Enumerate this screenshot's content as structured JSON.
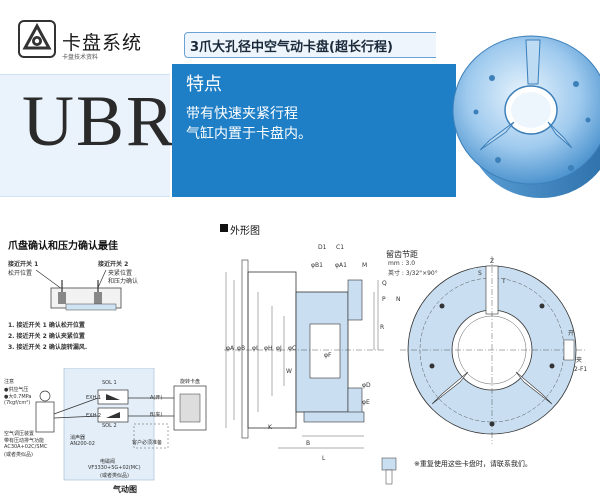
{
  "brand": {
    "name_cn": "卡盘系统",
    "tagline": "卡盘技术资料",
    "model": "UBR"
  },
  "product": {
    "title": "3爪大孔径中空气动卡盘(超长行程)",
    "feature_heading": "特点",
    "features": [
      "带有快速夹紧行程",
      "气缸内置于卡盘内。"
    ]
  },
  "outline": {
    "heading": "外形图",
    "dimension_labels": [
      "D1",
      "C1",
      "φB1",
      "φA1",
      "M",
      "φB",
      "φA",
      "φI",
      "φH",
      "φJ",
      "φC",
      "φF",
      "φD",
      "φE",
      "K",
      "B",
      "L",
      "N",
      "R",
      "P",
      "Q",
      "S",
      "T",
      "Z",
      "2-F1",
      "W"
    ],
    "chamfer_title": "留齿节距",
    "chamfer_mm": "mm : 3.0",
    "chamfer_inch": "英寸 : 3/32\"×90°",
    "side_labels": [
      "开",
      "夹"
    ],
    "note": "※重复使用这些卡盘时，请联系我们。"
  },
  "confirm": {
    "heading": "爪盘确认和压力确认最佳",
    "sw1_label": "接近开关 1",
    "sw1_sub": "松开位置",
    "sw2_label": "接近开关 2",
    "sw2_sub1": "夹紧位置",
    "sw2_sub2": "和压力确认",
    "steps": [
      "1. 接近开关 1 确认松开位置",
      "2. 接近开关 2 确认夹紧位置",
      "3. 接近开关 2 确认旋转漏风."
    ]
  },
  "pneumatic": {
    "caption": "气动图",
    "left_notes": [
      "注意",
      "●供应气压",
      "●大0.7MPa",
      "(7kgf/cm²)"
    ],
    "filter_notes": [
      "空气调压装置",
      "带有压动排气功能",
      "AC30A+02C/SMC",
      "(或者类似品)"
    ],
    "valve_note": "电磁阀",
    "valve_model": "VF3330+5G+02(MC)",
    "valve_note2": "(或者类似品)",
    "solenoid_labels": [
      "SOL 1",
      "SOL 2",
      "EXH 1",
      "EXH 2"
    ],
    "exhaust_label": "消声器",
    "exhaust_model": "AN200-02",
    "rotary_label": "旋转卡盘",
    "port_a": "A(开)",
    "port_b": "B(夹)",
    "customer_note": "客户必须准备"
  },
  "colors": {
    "brand_blue": "#1e7fc6",
    "light_blue": "#eaf3fb",
    "drawing_blue": "#c9def0",
    "accent_blue": "#6aa2d3"
  }
}
